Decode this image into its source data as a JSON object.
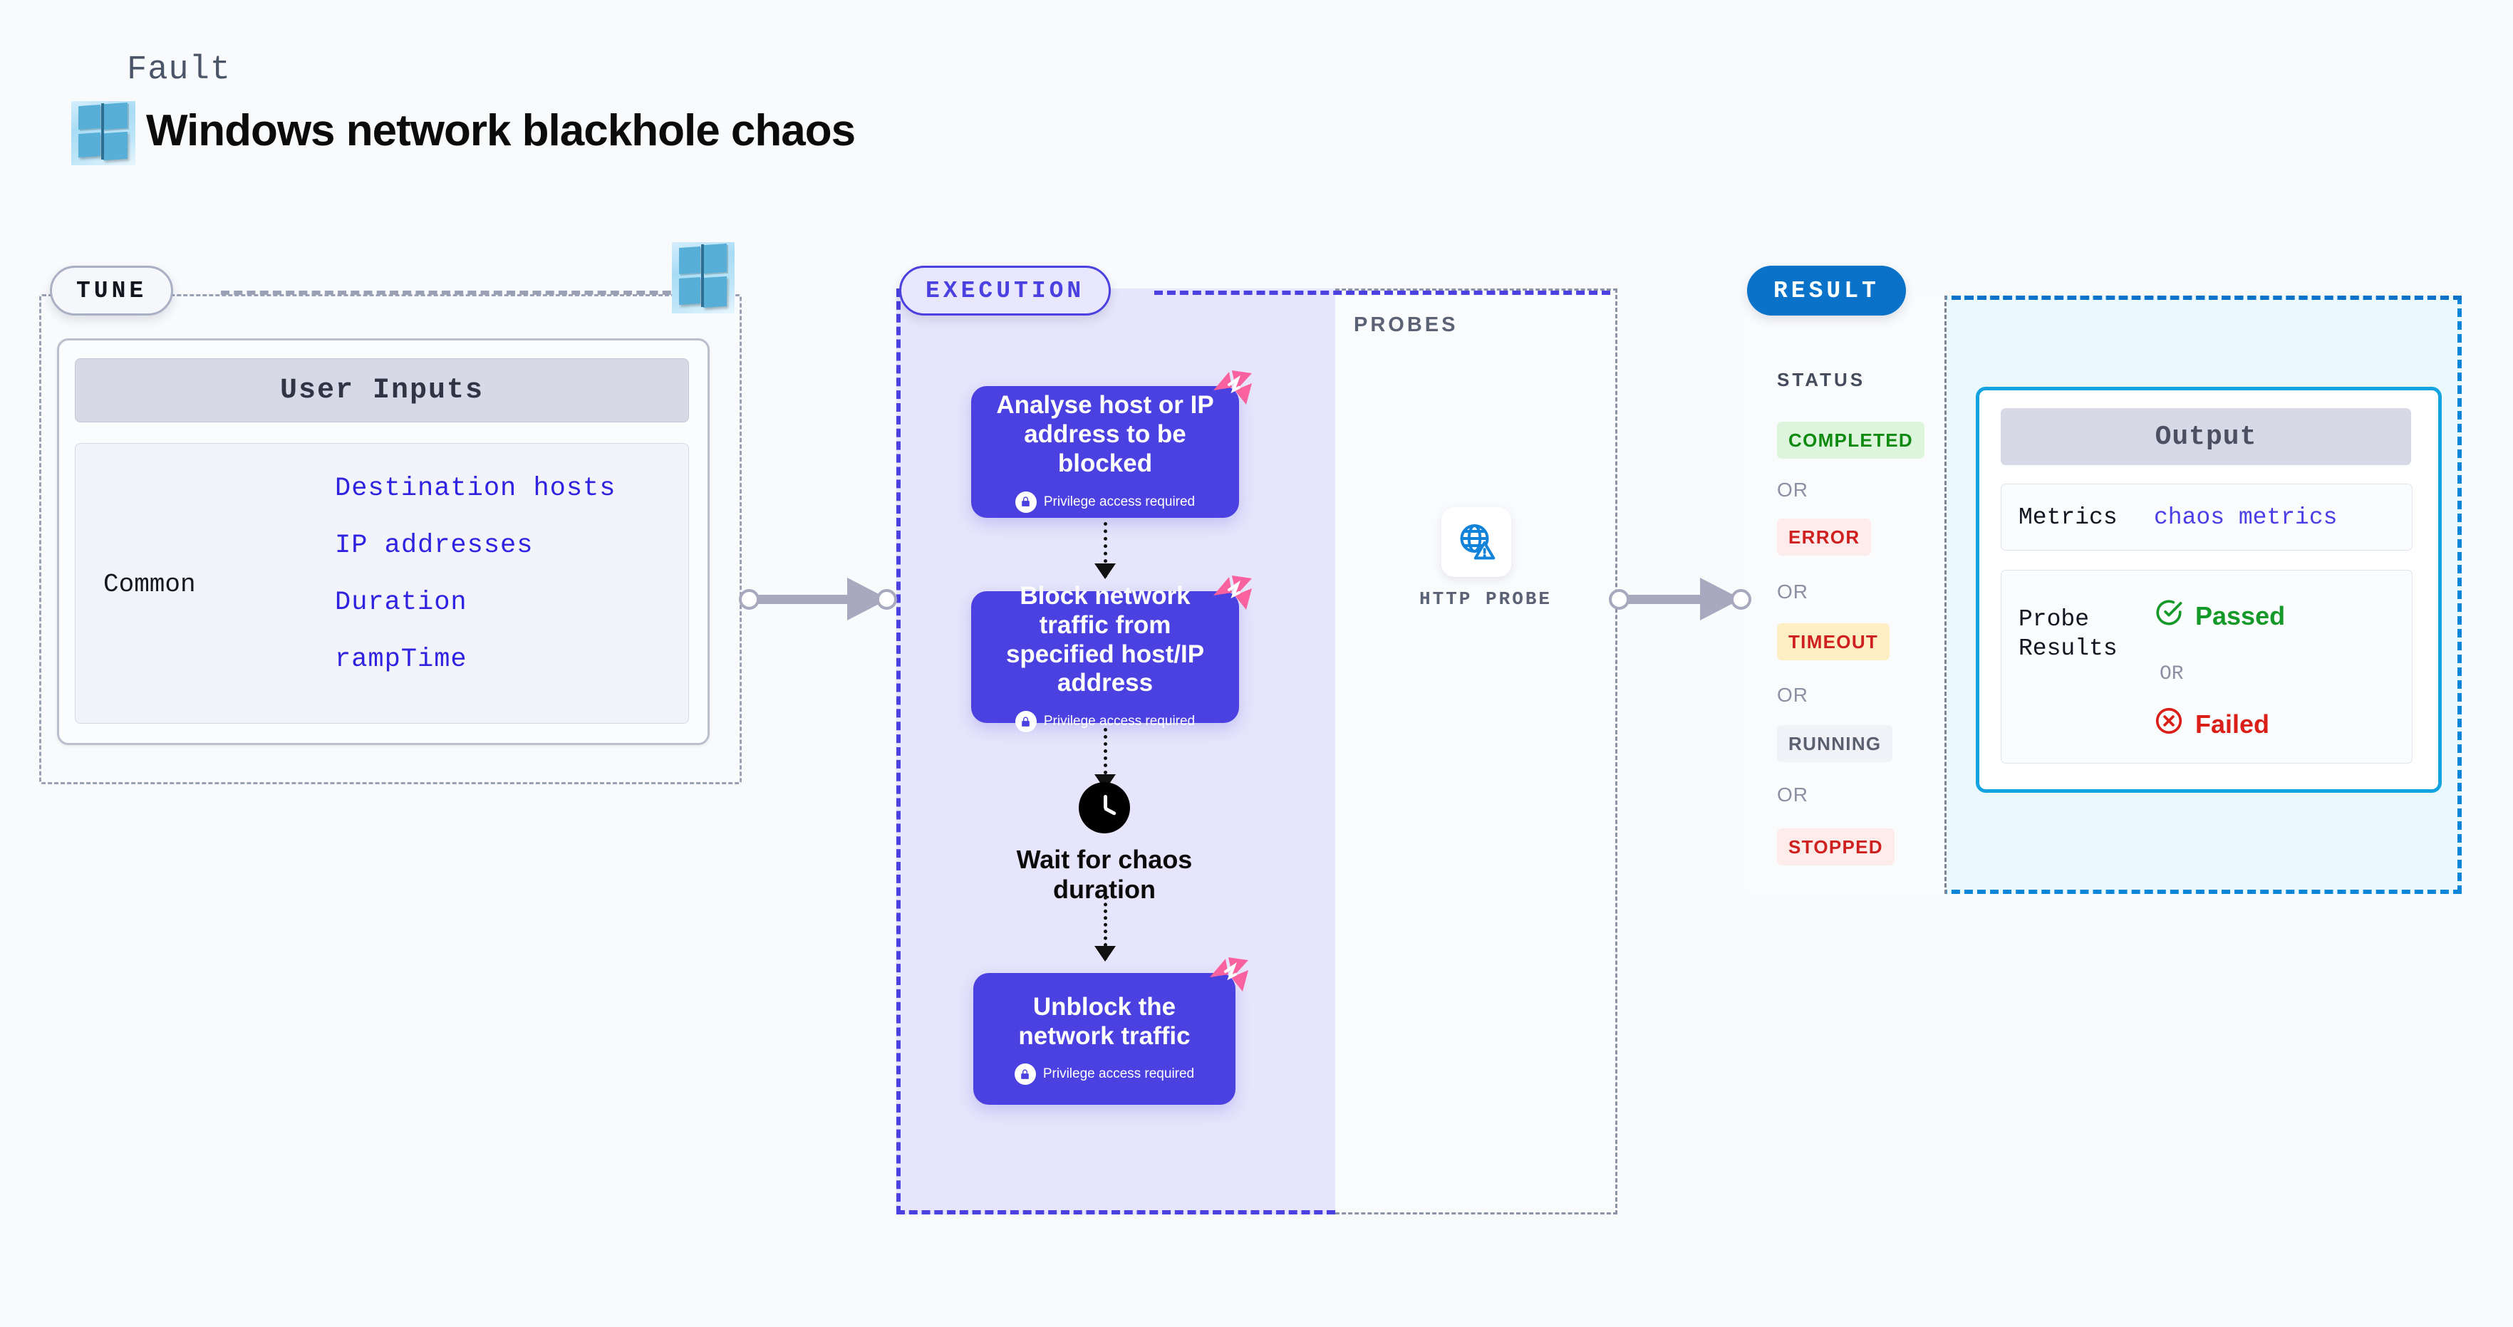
{
  "header": {
    "kicker": "Fault",
    "title": "Windows network blackhole chaos",
    "logo_icon": "windows-logo-icon"
  },
  "sections": {
    "tune": {
      "label": "TUNE",
      "platform_icon": "windows-logo-icon"
    },
    "execution": {
      "label": "EXECUTION"
    },
    "probes": {
      "label": "PROBES"
    },
    "result": {
      "label": "RESULT"
    }
  },
  "tune": {
    "card_header": "User Inputs",
    "group_label": "Common",
    "inputs": [
      "Destination hosts",
      "IP addresses",
      "Duration",
      "rampTime"
    ]
  },
  "execution": {
    "nodes": [
      {
        "title": "Analyse host or IP address to be blocked",
        "privilege": "Privilege access required",
        "lock_icon": "lock-icon",
        "corner_icon": "litmus-chaos-icon"
      },
      {
        "title": "Block network traffic from specified host/IP address",
        "privilege": "Privilege access required",
        "lock_icon": "lock-icon",
        "corner_icon": "litmus-chaos-icon"
      },
      {
        "title": "Unblock the network traffic",
        "privilege": "Privilege access required",
        "lock_icon": "lock-icon",
        "corner_icon": "litmus-chaos-icon"
      }
    ],
    "wait_node": {
      "label": "Wait for chaos duration",
      "icon": "clock-icon"
    }
  },
  "probes": {
    "items": [
      {
        "label": "HTTP PROBE",
        "icon": "globe-warning-icon"
      }
    ]
  },
  "result": {
    "status_label": "STATUS",
    "or_text": "OR",
    "statuses": [
      {
        "label": "COMPLETED",
        "bg": "#ddf5dd",
        "color": "#0f8a10"
      },
      {
        "label": "ERROR",
        "bg": "#fdeceb",
        "color": "#cf2020"
      },
      {
        "label": "TIMEOUT",
        "bg": "#fdeec4",
        "color": "#cf2020"
      },
      {
        "label": "RUNNING",
        "bg": "#f1f2f7",
        "color": "#5a6070"
      },
      {
        "label": "STOPPED",
        "bg": "#fdecea",
        "color": "#cf2020"
      }
    ],
    "output": {
      "header": "Output",
      "metrics_label": "Metrics",
      "metrics_value": "chaos metrics",
      "probe_results_label": "Probe Results",
      "passed_label": "Passed",
      "passed_icon": "check-circle-icon",
      "failed_label": "Failed",
      "failed_icon": "x-circle-icon",
      "or_text": "OR"
    }
  },
  "colors": {
    "accent_purple": "#4b40e0",
    "accent_blue": "#0a72c8",
    "cyan_border": "#13a3e0",
    "pink_badge": "#f9629f",
    "connector_grey": "#a8a9bf"
  }
}
